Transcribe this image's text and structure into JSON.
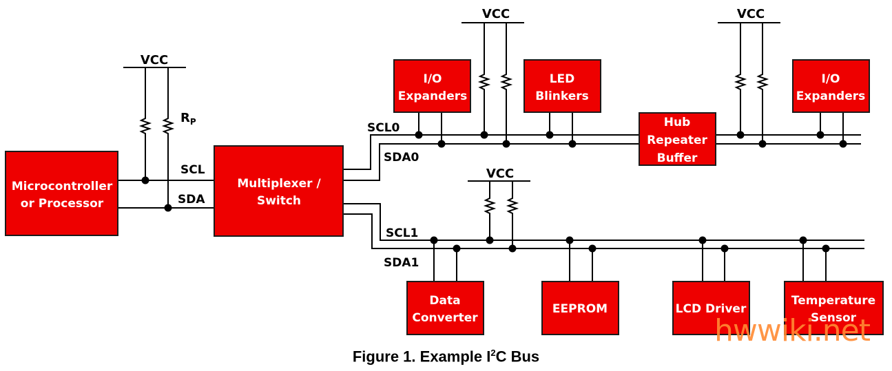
{
  "diagram": {
    "title": "Example I2C Bus",
    "caption": {
      "prefix": "Figure 1. Example I",
      "superscript": "2",
      "suffix": "C Bus"
    },
    "colors": {
      "block_fill": "#ee0000",
      "block_text": "#ffffff",
      "wire": "#000000",
      "watermark": "#ff8a33"
    },
    "blocks": {
      "mcu": {
        "line1": "Microcontroller",
        "line2": "or Processor"
      },
      "mux": {
        "line1": "Multiplexer /",
        "line2": "Switch"
      },
      "io_exp_1": {
        "line1": "I/O",
        "line2": "Expanders"
      },
      "led": {
        "line1": "LED",
        "line2": "Blinkers"
      },
      "hub": {
        "line1": "Hub",
        "line2": "Repeater",
        "line3": "Buffer"
      },
      "io_exp_2": {
        "line1": "I/O",
        "line2": "Expanders"
      },
      "data_conv": {
        "line1": "Data",
        "line2": "Converter"
      },
      "eeprom": {
        "line1": "EEPROM"
      },
      "lcd": {
        "line1": "LCD Driver"
      },
      "temp": {
        "line1": "Temperature",
        "line2": "Sensor"
      }
    },
    "nets": {
      "scl": "SCL",
      "sda": "SDA",
      "scl0": "SCL0",
      "sda0": "SDA0",
      "scl1": "SCL1",
      "sda1": "SDA1"
    },
    "supplies": {
      "vcc_main": "VCC",
      "vcc_bus0_a": "VCC",
      "vcc_bus0_b": "VCC",
      "vcc_bus1": "VCC"
    },
    "resistor_label": {
      "main": "R",
      "sub": "P"
    },
    "edges": [
      {
        "from": "Microcontroller or Processor",
        "to": "Multiplexer / Switch",
        "nets": [
          "SCL",
          "SDA"
        ]
      },
      {
        "from": "Multiplexer / Switch",
        "to": "Bus 0",
        "nets": [
          "SCL0",
          "SDA0"
        ]
      },
      {
        "from": "Multiplexer / Switch",
        "to": "Bus 1",
        "nets": [
          "SCL1",
          "SDA1"
        ]
      },
      {
        "from": "Bus 0",
        "to": "I/O Expanders"
      },
      {
        "from": "Bus 0",
        "to": "LED Blinkers"
      },
      {
        "from": "Bus 0",
        "to": "Hub Repeater Buffer"
      },
      {
        "from": "Hub Repeater Buffer",
        "to": "I/O Expanders"
      },
      {
        "from": "Bus 1",
        "to": "Data Converter"
      },
      {
        "from": "Bus 1",
        "to": "EEPROM"
      },
      {
        "from": "Bus 1",
        "to": "LCD Driver"
      },
      {
        "from": "Bus 1",
        "to": "Temperature Sensor"
      }
    ]
  },
  "watermark": "hwwiki.net"
}
